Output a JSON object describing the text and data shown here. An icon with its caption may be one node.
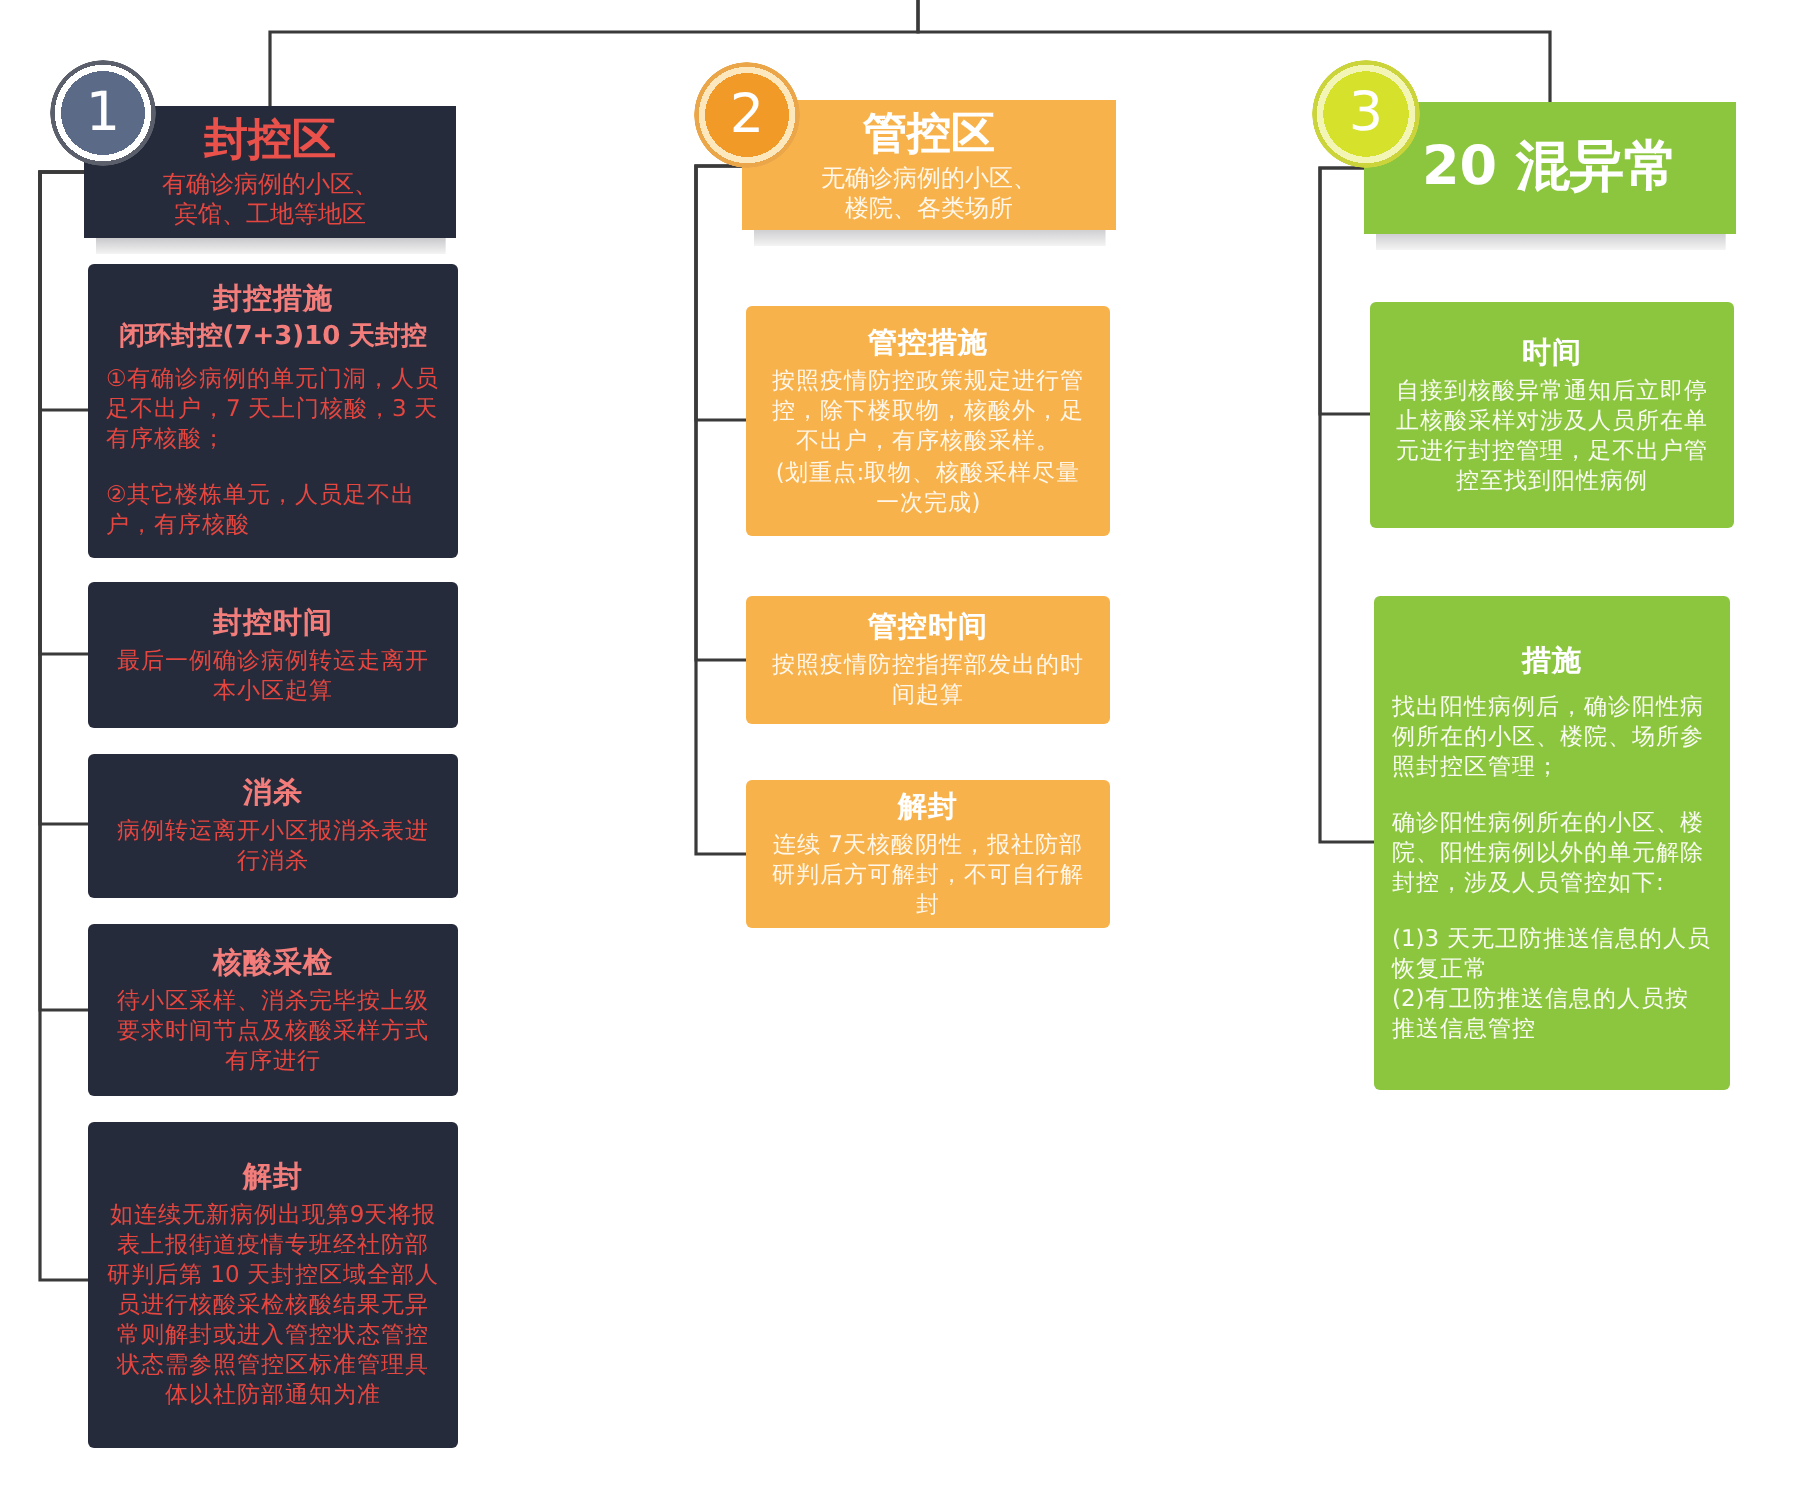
{
  "diagram": {
    "nodes": [
      {
        "text": [
          "1"
        ]
      },
      {
        "text": [
          "封控区",
          "有确诊病例的小区、宾馆、工地等地区"
        ]
      },
      {
        "text": [
          "封控措施",
          "闭环封控(7+3)10 天封控",
          "①有确诊病例的单元门洞，人员足不出户，7 天上门核酸，3 天有序核酸；",
          "②其它楼栋单元，人员足不出户，有序核酸"
        ]
      },
      {
        "text": [
          "封控时间",
          "最后一例确诊病例转运走离开本小区起算"
        ]
      },
      {
        "text": [
          "消杀",
          "病例转运离开小区报消杀表进行消杀"
        ]
      },
      {
        "text": [
          "核酸采检",
          "待小区采样、消杀完毕按上级要求时间节点及核酸采样方式有序进行"
        ]
      },
      {
        "text": [
          "解封",
          "如连续无新病例出现第9天将报表上报街道疫情专班经社防部研判后第 10 天封控区域全部人员进行核酸采检核酸结果无异常则解封或进入管控状态管控状态需参照管控区标准管理具体以社防部通知为准"
        ]
      },
      {
        "text": [
          "2"
        ]
      },
      {
        "text": [
          "管控区",
          "无确诊病例的小区、楼院、各类场所"
        ]
      },
      {
        "text": [
          "管控措施",
          "按照疫情防控政策规定进行管控，除下楼取物，核酸外，足不出户，有序核酸采样。",
          "(划重点:取物、核酸采样尽量一次完成)"
        ]
      },
      {
        "text": [
          "管控时间",
          "按照疫情防控指挥部发出的时间起算"
        ]
      },
      {
        "text": [
          "解封",
          "连续 7天核酸阴性，报社防部研判后方可解封，不可自行解封"
        ]
      },
      {
        "text": [
          "3"
        ]
      },
      {
        "text": [
          "20 混异常"
        ]
      },
      {
        "text": [
          "时间",
          "自接到核酸异常通知后立即停止核酸采样对涉及人员所在单元进行封控管理，足不出户管控至找到阳性病例"
        ]
      },
      {
        "text": [
          "措施",
          "找出阳性病例后，确诊阳性病例所在的小区、楼院、场所参照封控区管理；",
          "确诊阳性病例所在的小区、楼院、阳性病例以外的单元解除封控，涉及人员管控如下:",
          "(1)3 天无卫防推送信息的人员恢复正常",
          "(2)有卫防推送信息的人员按推送信息管控"
        ]
      }
    ],
    "edges": [
      {
        "from": null,
        "to": 1,
        "arrow": "none"
      },
      {
        "from": null,
        "to": 13,
        "arrow": "none"
      },
      {
        "from": 1,
        "to": 2,
        "arrow": "none"
      },
      {
        "from": 1,
        "to": 3,
        "arrow": "none"
      },
      {
        "from": 1,
        "to": 4,
        "arrow": "none"
      },
      {
        "from": 1,
        "to": 5,
        "arrow": "none"
      },
      {
        "from": 1,
        "to": 6,
        "arrow": "none"
      },
      {
        "from": 8,
        "to": 9,
        "arrow": "none"
      },
      {
        "from": 8,
        "to": 10,
        "arrow": "none"
      },
      {
        "from": 8,
        "to": 11,
        "arrow": "none"
      },
      {
        "from": 13,
        "to": 14,
        "arrow": "none"
      },
      {
        "from": 13,
        "to": 15,
        "arrow": "none"
      }
    ]
  }
}
